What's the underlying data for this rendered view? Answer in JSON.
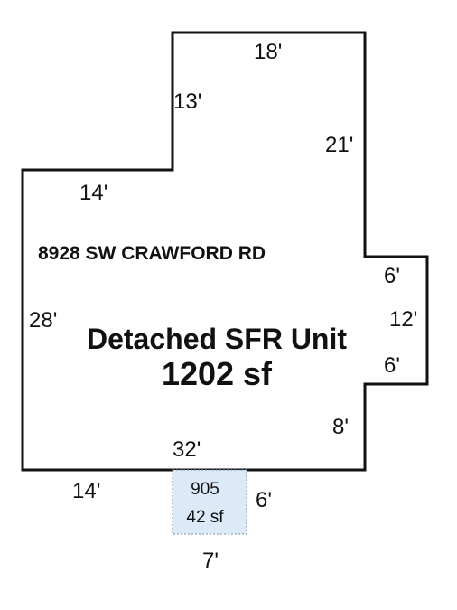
{
  "colors": {
    "outline": "#111111",
    "annex_fill": "#dbe9f8",
    "annex_stroke": "#7a8da6"
  },
  "plan": {
    "address": "8928 SW CRAWFORD RD",
    "unit_label": "Detached SFR Unit",
    "unit_area": "1202 sf",
    "dimensions": {
      "top": "18'",
      "upper_left_step": "13'",
      "right_upper": "21'",
      "left_ledge": "14'",
      "bump_top": "6'",
      "left_side": "28'",
      "bump_right": "12'",
      "bump_bottom": "6'",
      "right_lower": "8'",
      "bottom": "32'",
      "bottom_left": "14'"
    }
  },
  "annex": {
    "code": "905",
    "area": "42 sf",
    "height_dim": "6'",
    "width_dim": "7'"
  }
}
